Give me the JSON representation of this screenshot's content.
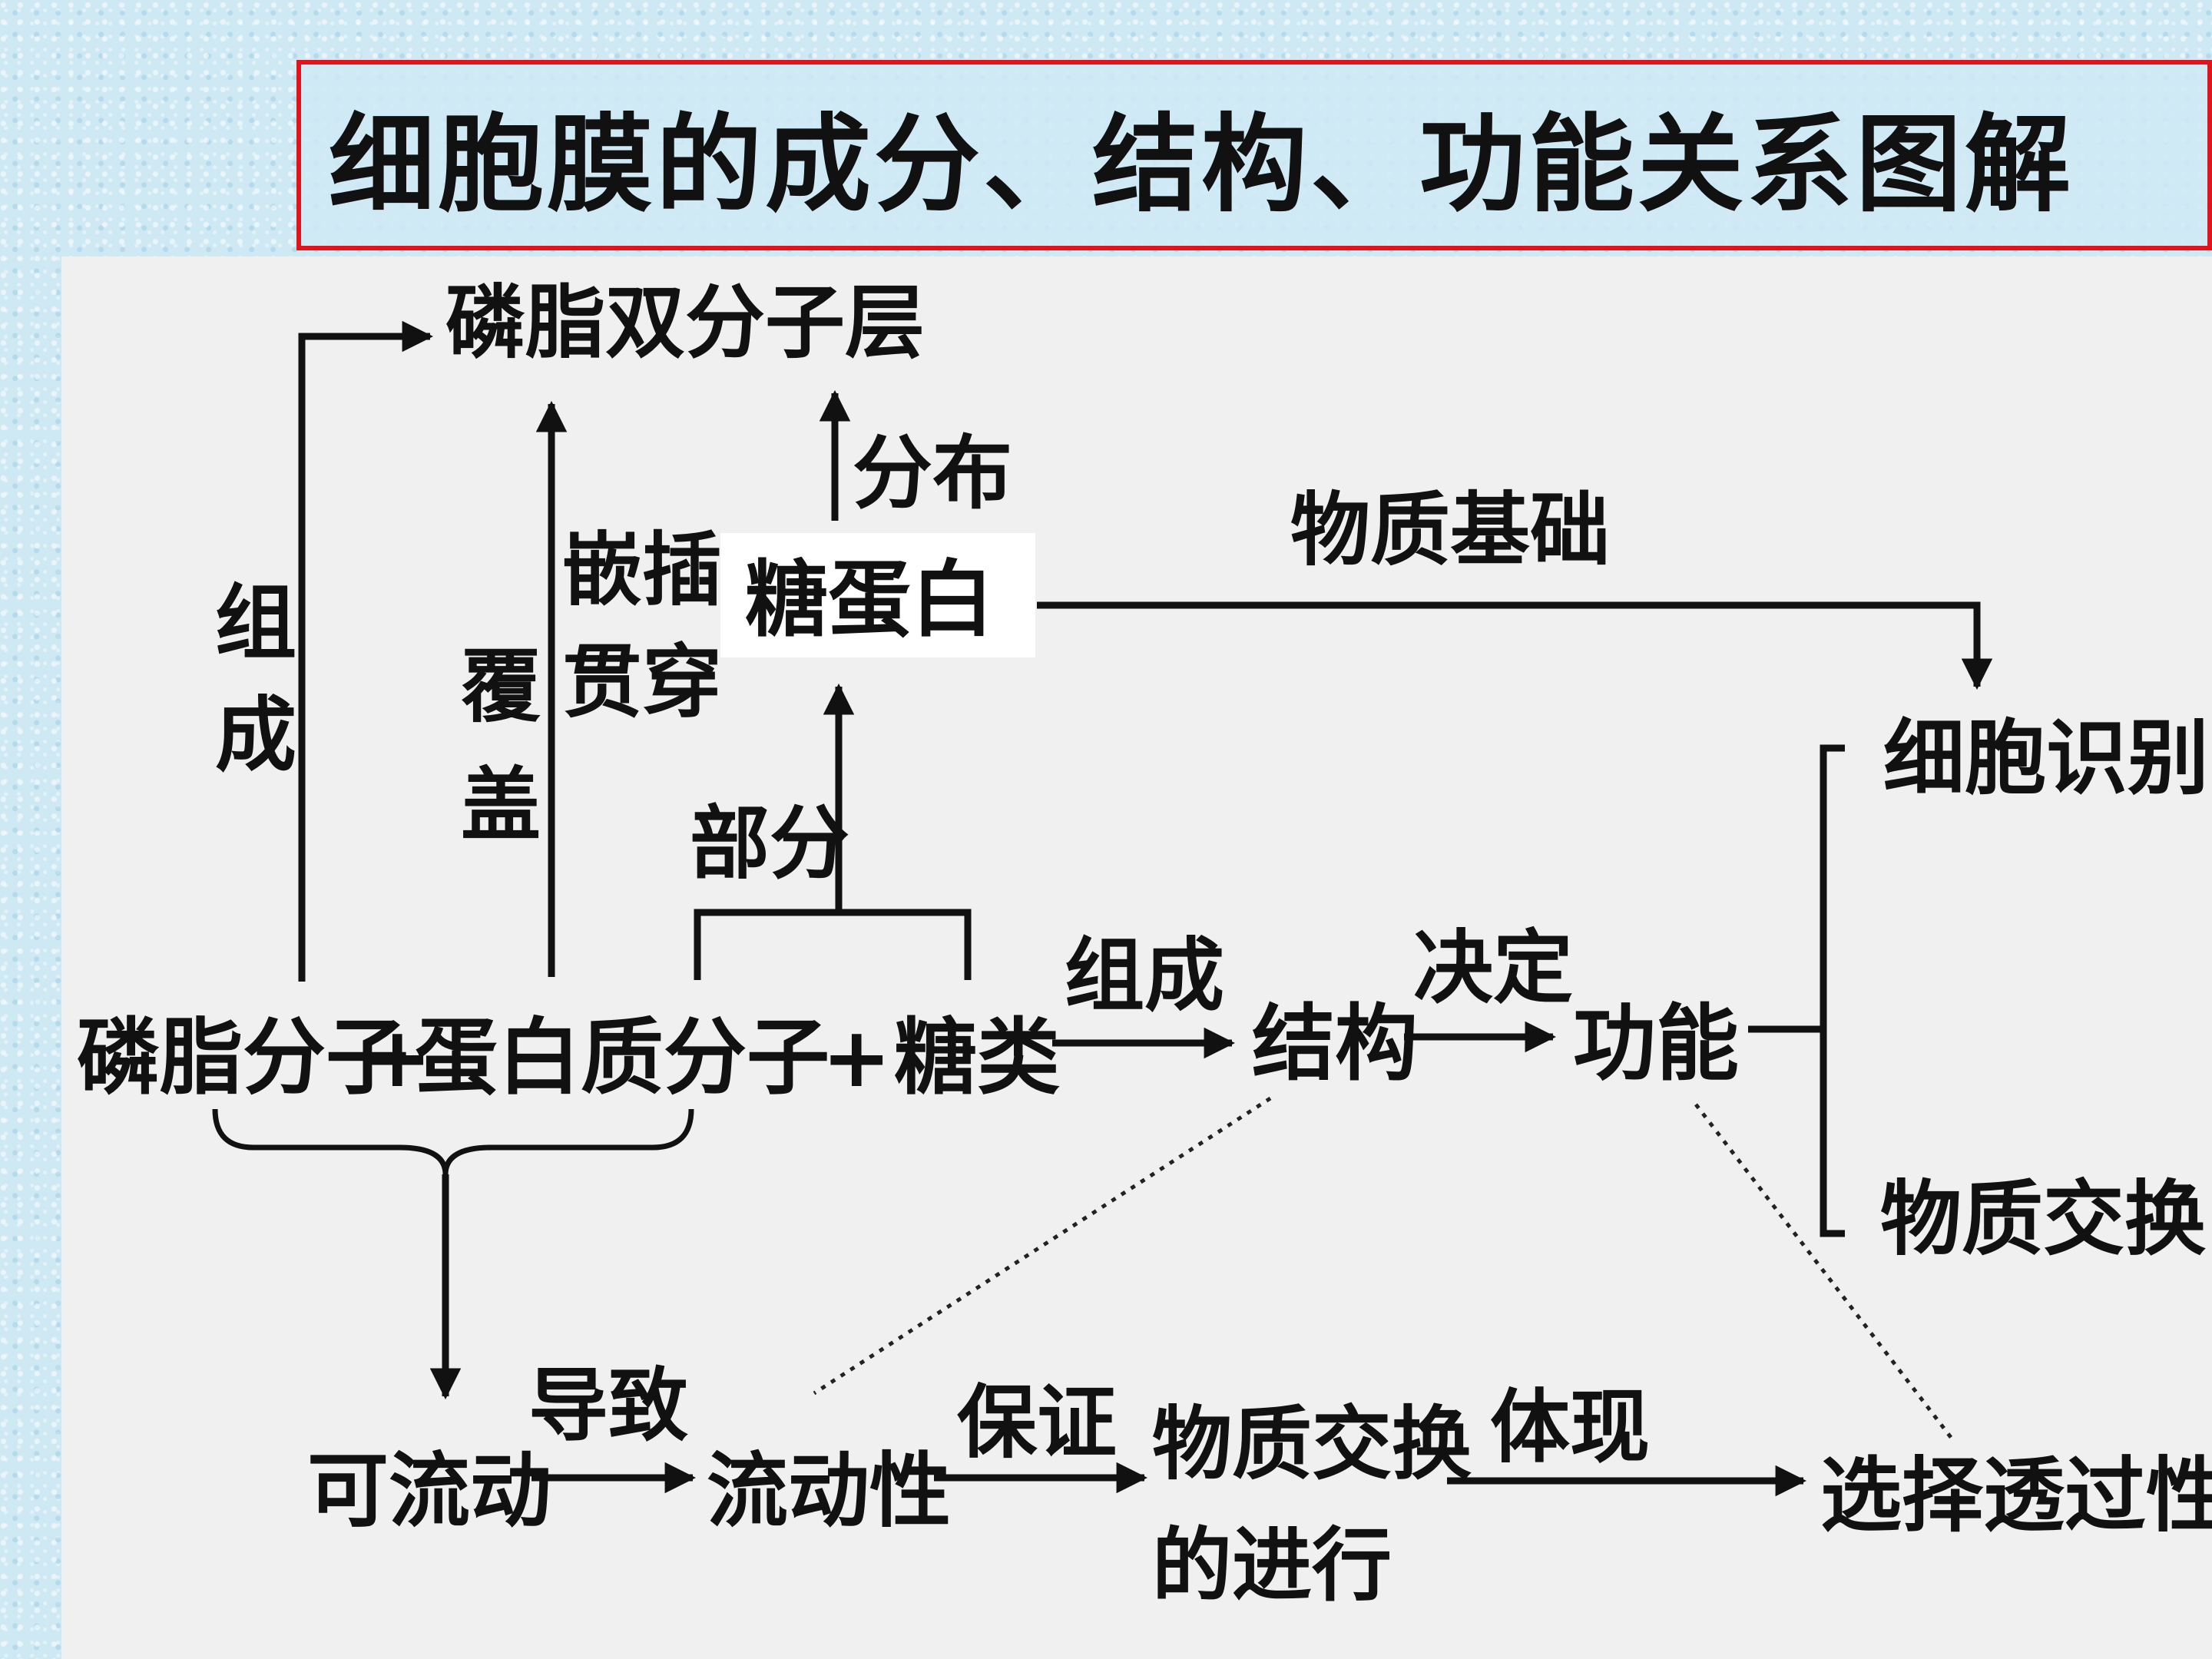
{
  "title": "细胞膜的成分、结构、功能关系图解",
  "nodes": {
    "phospholipid_bilayer": "磷脂双分子层",
    "glycoprotein": "糖蛋白",
    "cell_recognition": "细胞识别",
    "phospholipid_molecule": "磷脂分子",
    "plus1": "+",
    "protein_molecule": "蛋白质分子",
    "plus2": "+",
    "sugar": "糖类",
    "structure": "结构",
    "function": "功能",
    "material_exchange": "物质交换",
    "flowable": "可流动",
    "fluidity": "流动性",
    "material_exchange_proceed_1": "物质交换",
    "material_exchange_proceed_2": "的进行",
    "selective_permeability": "选择透过性"
  },
  "edges": {
    "compose_v_1": "组",
    "compose_v_2": "成",
    "cover_1": "覆",
    "cover_2": "盖",
    "embed": "嵌插",
    "penetrate": "贯穿",
    "distribute": "分布",
    "part": "部分",
    "material_basis": "物质基础",
    "compose": "组成",
    "determine": "决定",
    "lead_to": "导致",
    "ensure": "保证",
    "reflect": "体现"
  }
}
